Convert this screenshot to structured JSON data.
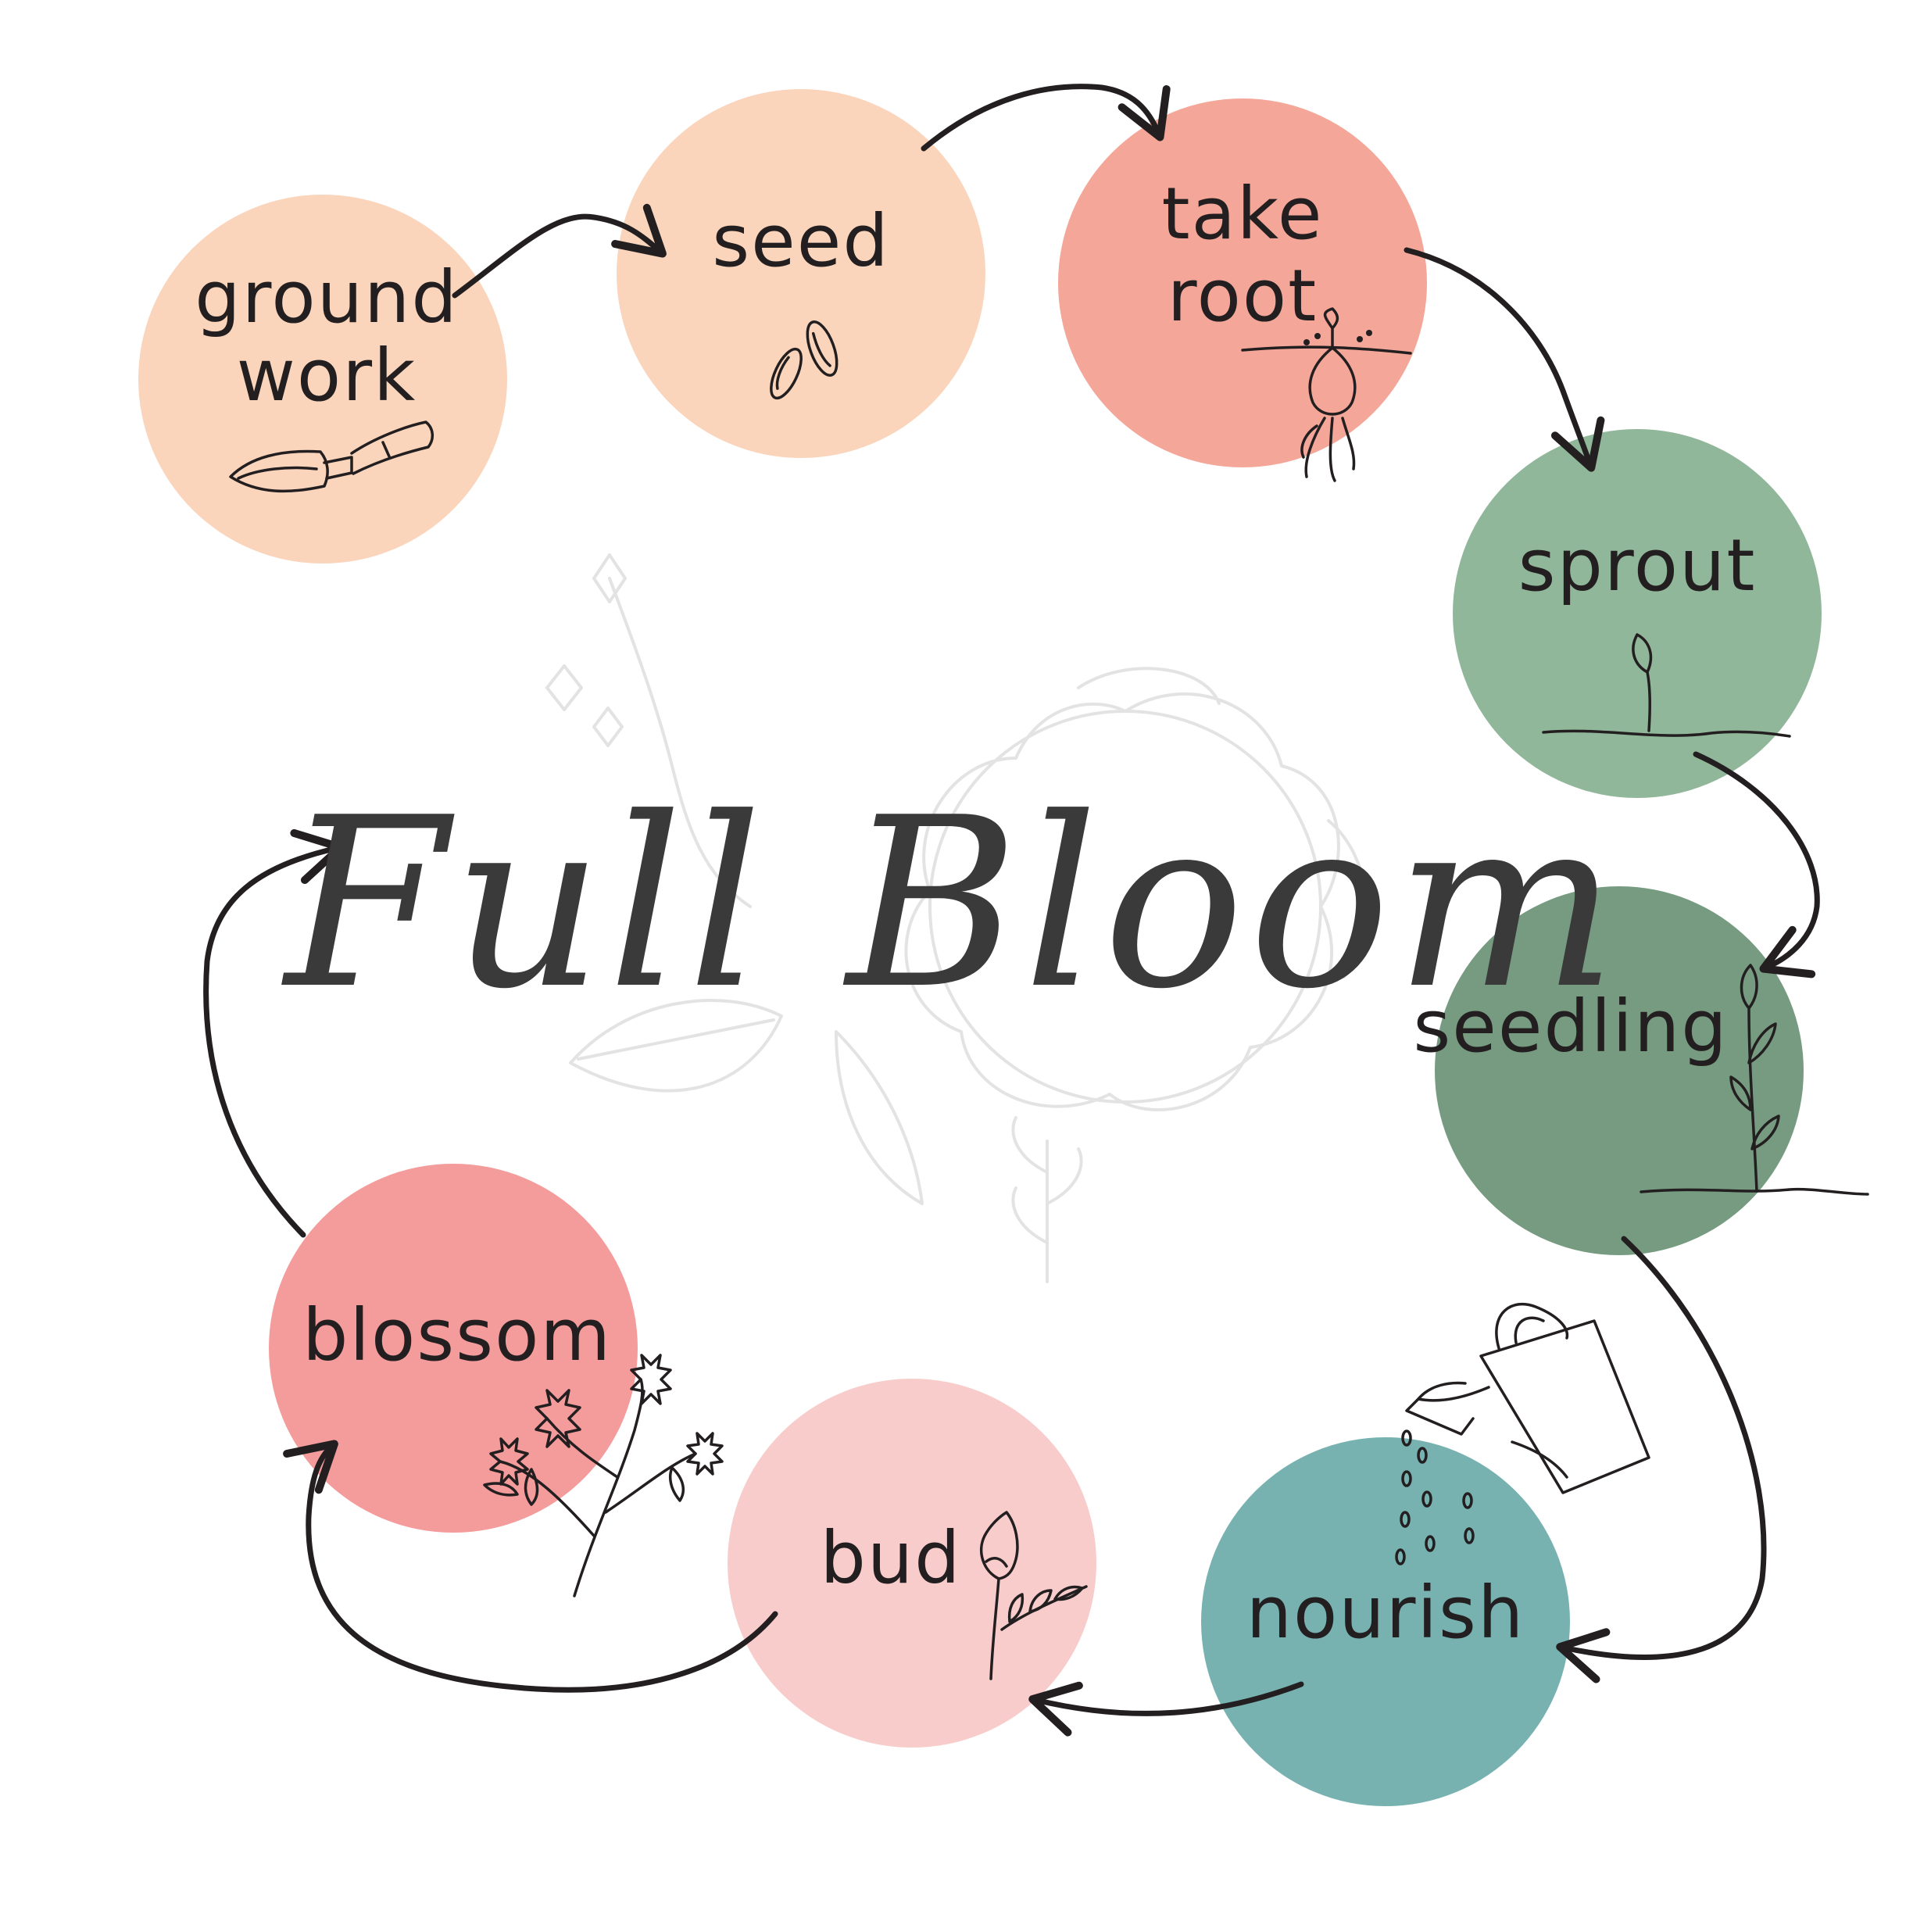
{
  "title": "Full Bloom",
  "stages": [
    {
      "id": "groundwork",
      "lines": [
        "ground",
        "work"
      ],
      "color": "#fad5bc",
      "icon": "trowel-icon"
    },
    {
      "id": "seed",
      "lines": [
        "seed"
      ],
      "color": "#fad5bc",
      "icon": "seeds-icon"
    },
    {
      "id": "take-root",
      "lines": [
        "take",
        "root"
      ],
      "color": "#f4a699",
      "icon": "root-bulb-icon"
    },
    {
      "id": "sprout",
      "lines": [
        "sprout"
      ],
      "color": "#91b79a",
      "icon": "sprout-icon"
    },
    {
      "id": "seedling",
      "lines": [
        "seedling"
      ],
      "color": "#769b80",
      "icon": "seedling-icon"
    },
    {
      "id": "nourish",
      "lines": [
        "nourish"
      ],
      "color": "#77b2b1",
      "icon": "watering-can-icon"
    },
    {
      "id": "bud",
      "lines": [
        "bud"
      ],
      "color": "#f8cccb",
      "icon": "flower-bud-icon"
    },
    {
      "id": "blossom",
      "lines": [
        "blossom"
      ],
      "color": "#f49b9b",
      "icon": "blossom-branch-icon"
    }
  ],
  "colors": {
    "ink": "#231f20",
    "title": "#3a3a3a",
    "background_flower": "#e3e3e3"
  }
}
